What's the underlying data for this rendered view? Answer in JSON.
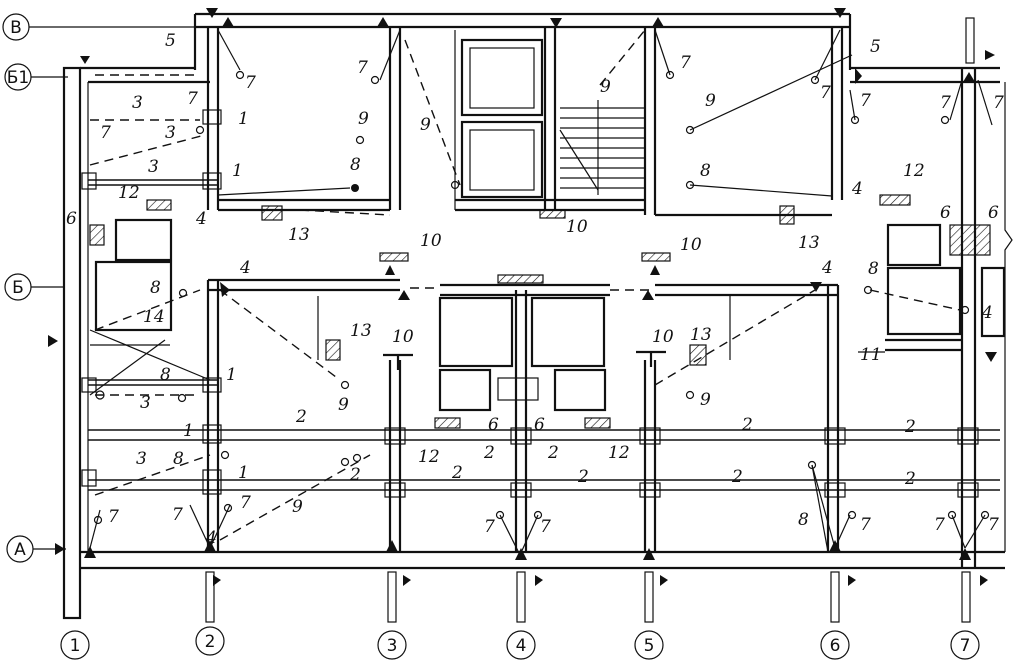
{
  "axes_letters": [
    {
      "label": "В"
    },
    {
      "label": "Б1"
    },
    {
      "label": "Б"
    },
    {
      "label": "А"
    }
  ],
  "axes_numbers": [
    {
      "label": "1"
    },
    {
      "label": "2"
    },
    {
      "label": "3"
    },
    {
      "label": "4"
    },
    {
      "label": "5"
    },
    {
      "label": "6"
    },
    {
      "label": "7"
    }
  ],
  "numbers": {
    "n1": "1",
    "n2": "2",
    "n3": "3",
    "n4": "4",
    "n5": "5",
    "n6": "6",
    "n7": "7",
    "n8": "8",
    "n9": "9",
    "n10": "10",
    "n11": "11",
    "n12": "12",
    "n13": "13",
    "n14": "14"
  },
  "colors": {
    "ink": "#111111",
    "paper": "#ffffff"
  }
}
